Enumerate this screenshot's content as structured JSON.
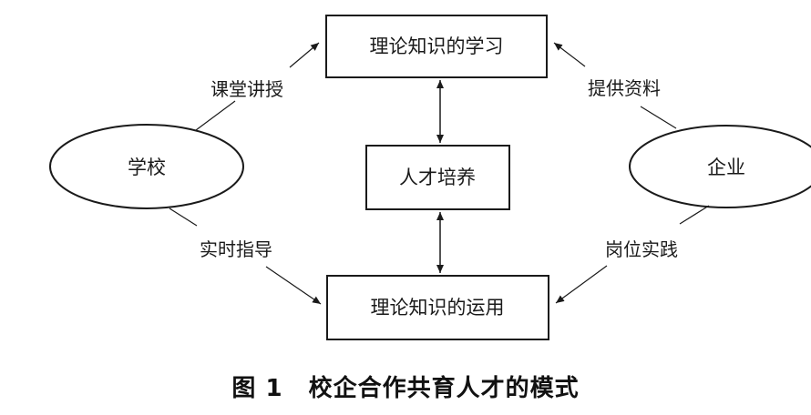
{
  "nodes": {
    "theory_learning": "理论知识的学习",
    "talent_cultivation": "人才培养",
    "theory_application": "理论知识的运用",
    "school": "学校",
    "enterprise": "企业"
  },
  "edges": {
    "classroom_teaching": "课堂讲授",
    "provide_materials": "提供资料",
    "realtime_guidance": "实时指导",
    "job_practice": "岗位实践"
  },
  "caption": {
    "number": "图 1",
    "title": "校企合作共育人才的模式"
  }
}
